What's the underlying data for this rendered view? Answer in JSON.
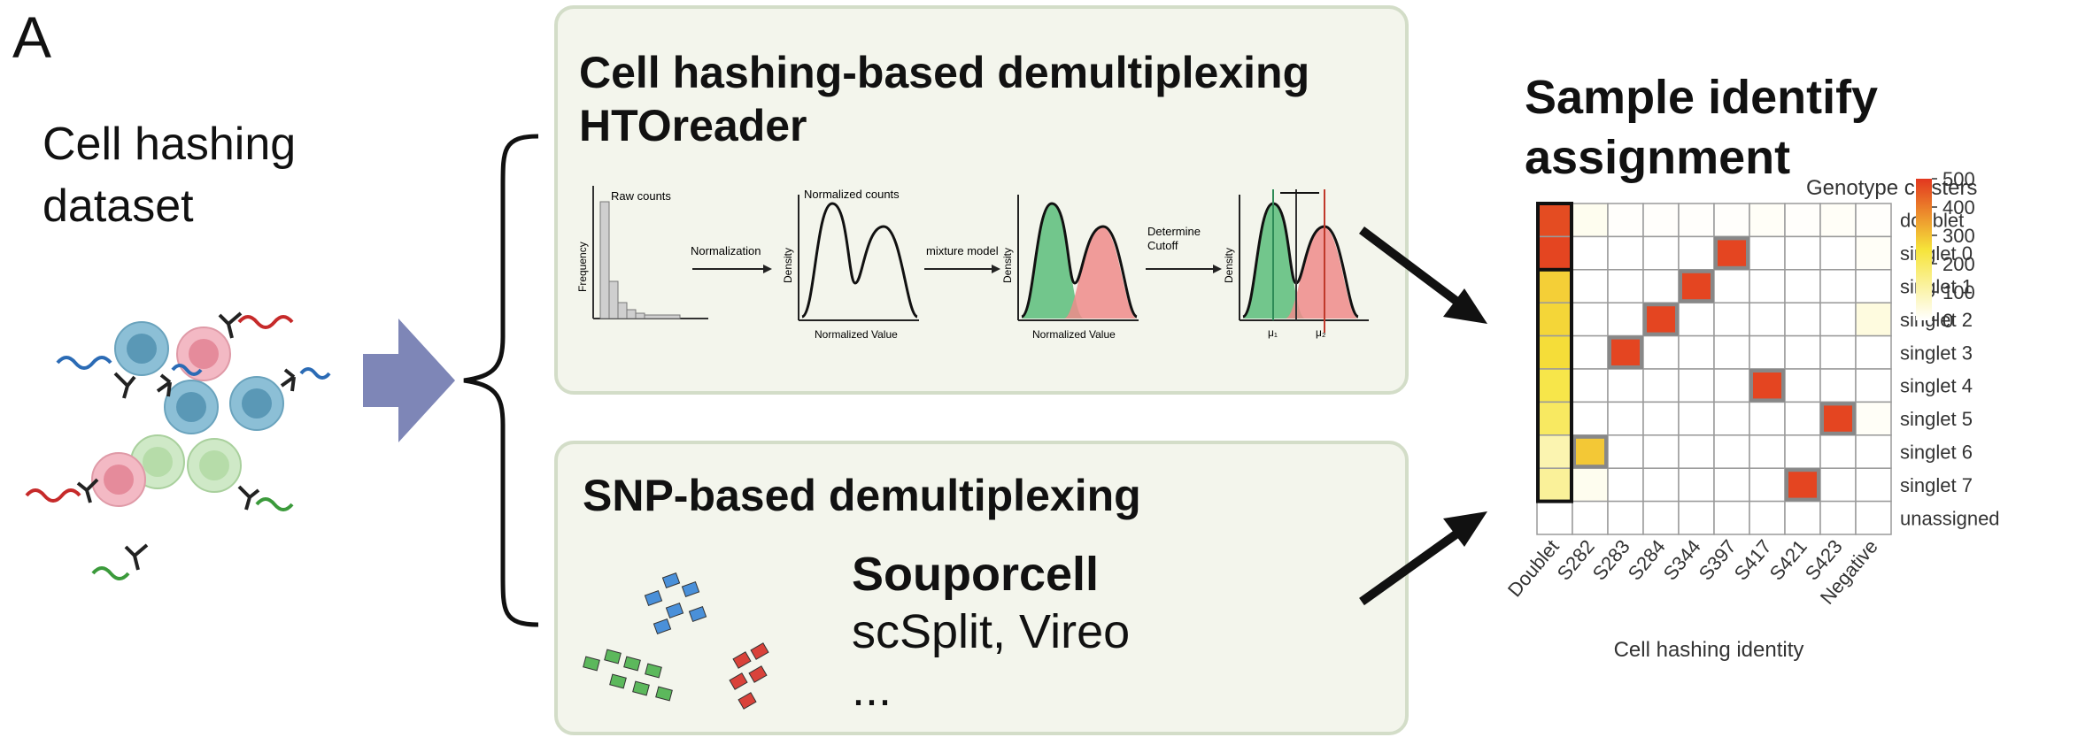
{
  "panel_letter": "A",
  "left": {
    "title": "Cell hashing\ndataset"
  },
  "box_hashing": {
    "title": "Cell hashing-based demultiplexing\nHTOreader",
    "step1": {
      "label": "Raw counts",
      "ylabel": "Frequency"
    },
    "arrow1": "Normalization",
    "step2": {
      "label": "Normalized counts",
      "ylabel": "Density",
      "xlabel": "Normalized Value"
    },
    "arrow2": "mixture model",
    "step3": {
      "ylabel": "Density",
      "xlabel": "Normalized Value"
    },
    "arrow3": "Determine\nCutoff",
    "step4": {
      "ylabel": "Density",
      "mu1": "μ₁",
      "mu2": "μ₂"
    }
  },
  "box_snp": {
    "title": "SNP-based demultiplexing",
    "tool_main": "Souporcell",
    "tool_alt": "scSplit, Vireo",
    "tool_more": "..."
  },
  "right": {
    "title": "Sample identify\nassignment"
  },
  "chart_data": {
    "type": "heatmap",
    "title": "Genotype clusters",
    "xlabel": "Cell hashing identity",
    "ylabel": "",
    "x_categories": [
      "Doublet",
      "S282",
      "S283",
      "S284",
      "S344",
      "S397",
      "S417",
      "S421",
      "S423",
      "Negative"
    ],
    "y_categories": [
      "doublet",
      "singlet 0",
      "singlet 1",
      "singlet 2",
      "singlet 3",
      "singlet 4",
      "singlet 5",
      "singlet 6",
      "singlet 7",
      "unassigned"
    ],
    "values": [
      [
        470,
        20,
        5,
        5,
        5,
        5,
        10,
        5,
        10,
        5
      ],
      [
        480,
        0,
        0,
        0,
        0,
        480,
        0,
        0,
        0,
        10
      ],
      [
        280,
        0,
        0,
        0,
        480,
        0,
        0,
        0,
        0,
        0
      ],
      [
        270,
        0,
        0,
        480,
        0,
        0,
        0,
        0,
        0,
        40
      ],
      [
        260,
        0,
        480,
        0,
        0,
        0,
        0,
        0,
        0,
        0
      ],
      [
        230,
        0,
        0,
        0,
        0,
        0,
        480,
        0,
        0,
        0
      ],
      [
        200,
        0,
        0,
        0,
        0,
        0,
        0,
        0,
        480,
        10
      ],
      [
        100,
        290,
        0,
        0,
        0,
        0,
        0,
        0,
        0,
        0
      ],
      [
        130,
        20,
        0,
        0,
        0,
        0,
        0,
        480,
        0,
        0
      ],
      [
        0,
        0,
        0,
        0,
        0,
        0,
        0,
        0,
        0,
        0
      ]
    ],
    "highlighted": [
      [
        1,
        5
      ],
      [
        2,
        4
      ],
      [
        3,
        3
      ],
      [
        4,
        2
      ],
      [
        5,
        6
      ],
      [
        6,
        8
      ],
      [
        7,
        1
      ],
      [
        8,
        7
      ]
    ],
    "highlighted_column": 0,
    "colorbar": {
      "min": 0,
      "max": 500,
      "ticks": [
        0,
        100,
        200,
        300,
        400,
        500
      ],
      "colors": [
        "#ffffff",
        "#f6e43a",
        "#e2371f"
      ]
    },
    "grid": true,
    "legend_position": "right"
  }
}
